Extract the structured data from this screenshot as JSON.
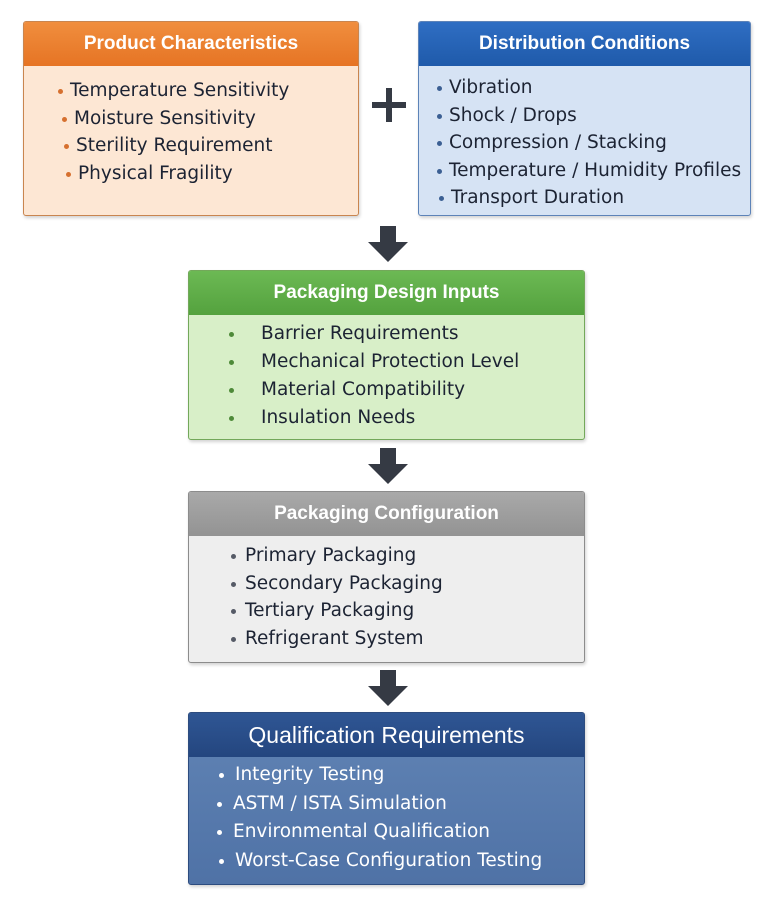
{
  "product_characteristics": {
    "title": "Product Characteristics",
    "items": [
      "Temperature Sensitivity",
      "Moisture Sensitivity",
      "Sterility Requirement",
      "Physical Fragility"
    ]
  },
  "distribution_conditions": {
    "title": "Distribution Conditions",
    "items": [
      "Vibration",
      "Shock / Drops",
      "Compression / Stacking",
      "Temperature / Humidity Profiles",
      "Transport Duration"
    ]
  },
  "combine_symbol": "+",
  "packaging_design_inputs": {
    "title": "Packaging Design Inputs",
    "items": [
      "Barrier Requirements",
      "Mechanical Protection Level",
      "Material Compatibility",
      "Insulation Needs"
    ]
  },
  "packaging_configuration": {
    "title": "Packaging Configuration",
    "items": [
      "Primary Packaging",
      "Secondary Packaging",
      "Tertiary Packaging",
      "Refrigerant System"
    ]
  },
  "qualification_requirements": {
    "title": "Qualification Requirements",
    "items": [
      "Integrity Testing",
      "ASTM / ISTA Simulation",
      "Environmental Qualification",
      "Worst-Case Configuration Testing"
    ]
  },
  "colors": {
    "product_header": "#e67424",
    "distribution_header": "#1f5aaa",
    "design_inputs_header": "#54a23e",
    "configuration_header": "#939393",
    "qualification_header": "#24467f",
    "arrow": "#353a44"
  }
}
